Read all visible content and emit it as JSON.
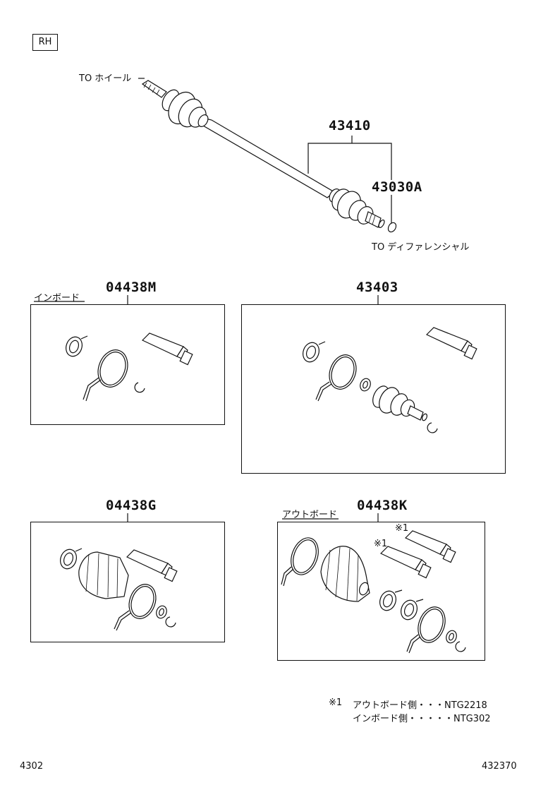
{
  "side_badge": "RH",
  "labels": {
    "to_wheel": "TO ホイール",
    "to_differential": "TO ディファレンシャル",
    "inboard": "インボード",
    "outboard": "アウトボード",
    "note_mark_a": "※1",
    "note_mark_b": "※1"
  },
  "part_numbers": {
    "assembly": "43410",
    "ring": "43030A",
    "kit_inboard_boot": "04438M",
    "kit_inboard_joint": "43403",
    "kit_boot_g": "04438G",
    "kit_outboard_boot": "04438K"
  },
  "notes": [
    {
      "mark": "※1",
      "text": "アウトボード側・・・NTG2218"
    },
    {
      "mark": "",
      "text": "インボード側・・・・・NTG302"
    }
  ],
  "footer": {
    "left_code": "4302",
    "right_code": "432370"
  }
}
